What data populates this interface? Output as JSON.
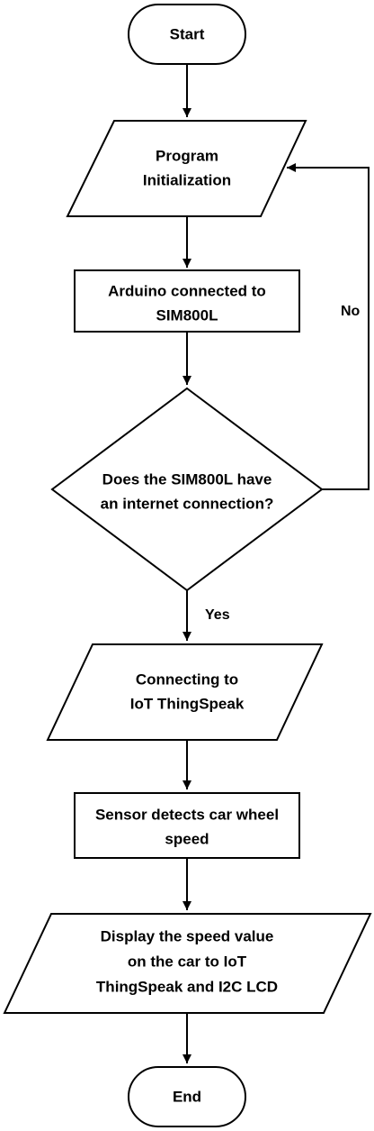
{
  "nodes": {
    "start": {
      "text": "Start"
    },
    "init": {
      "line1": "Program",
      "line2": "Initialization"
    },
    "arduino": {
      "line1": "Arduino connected to",
      "line2": "SIM800L"
    },
    "decision": {
      "line1": "Does the SIM800L have",
      "line2": "an internet connection?"
    },
    "connect": {
      "line1": "Connecting to",
      "line2": "IoT ThingSpeak"
    },
    "sensor": {
      "line1": "Sensor detects car wheel",
      "line2": "speed"
    },
    "display": {
      "line1": "Display the speed value",
      "line2": "on the car to IoT",
      "line3": "ThingSpeak and I2C LCD"
    },
    "end": {
      "text": "End"
    }
  },
  "edges": {
    "no_label": "No",
    "yes_label": "Yes"
  }
}
